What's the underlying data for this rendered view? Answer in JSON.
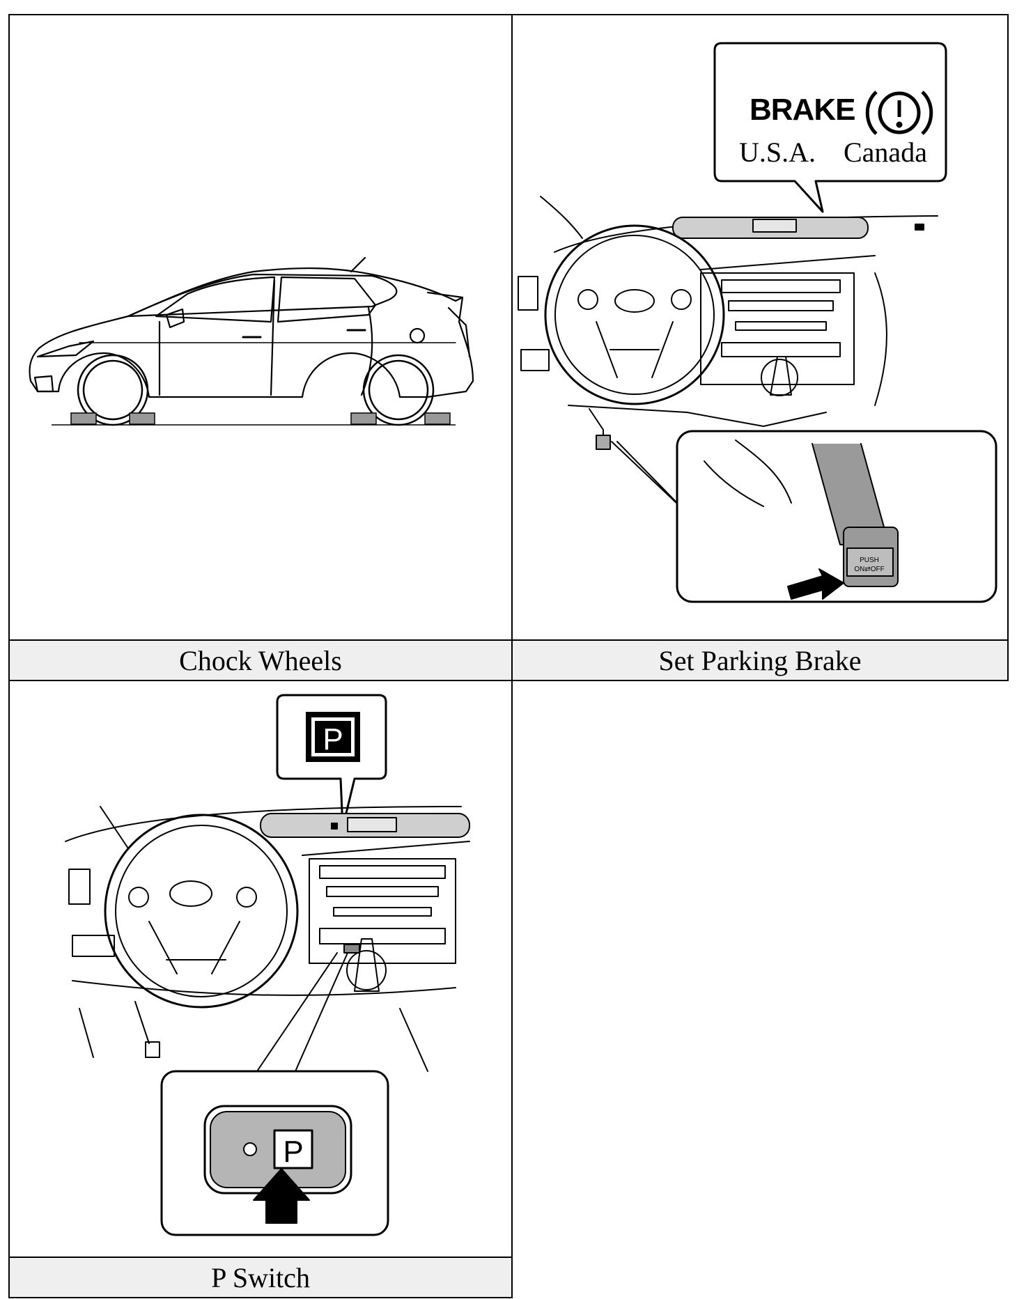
{
  "panels": {
    "chock": {
      "caption": "Chock Wheels"
    },
    "brake": {
      "caption": "Set Parking Brake",
      "callout_label": "BRAKE",
      "region_usa": "U.S.A.",
      "region_canada": "Canada",
      "pedal_text_1": "PUSH",
      "pedal_text_2": "ON⇄OFF"
    },
    "pswitch": {
      "caption": "P Switch",
      "indicator_letter": "P",
      "button_letter": "P"
    }
  }
}
